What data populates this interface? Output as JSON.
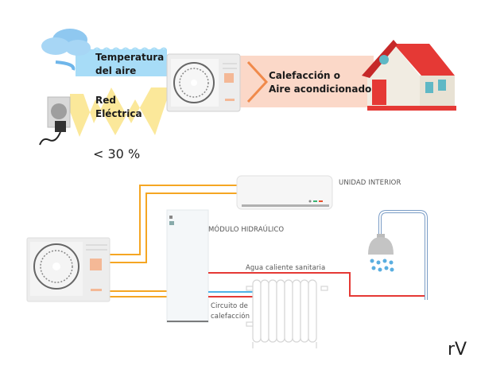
{
  "top_diagram": {
    "air_label": [
      "Temperatura",
      "del aire"
    ],
    "grid_label": [
      "Red",
      "Eléctrica"
    ],
    "output_label": [
      "Calefacción o",
      "Aire acondicionado"
    ],
    "percent_label": "< 30 %",
    "colors": {
      "air_band": "#a7dcf7",
      "grid_band": "#fbe89a",
      "output_band": "#fbd8c8",
      "arrow": "#f08a4b",
      "roof": "#e53935"
    }
  },
  "bottom_diagram": {
    "indoor_unit_label": "UNIDAD INTERIOR",
    "hydraulic_module_label": "MÓDULO HIDRAÚLICO",
    "hot_water_label": "Agua caliente sanitaria",
    "heating_circuit_label": [
      "Circuito de",
      "calefacción"
    ],
    "colors": {
      "refrigerant_pipe": "#f5a623",
      "hot_pipe": "#e53935",
      "cold_pipe": "#4fb3e8"
    }
  },
  "logo": {
    "text": "rV"
  }
}
